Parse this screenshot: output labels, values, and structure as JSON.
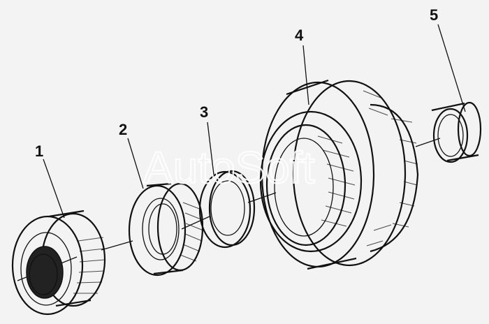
{
  "labels": {
    "p1": "1",
    "p2": "2",
    "p3": "3",
    "p4": "4",
    "p5": "5"
  },
  "watermark": "AutoSoft",
  "colors": {
    "background": "#f3f3f3",
    "ink": "#111111",
    "part_fill": "#fafafa",
    "watermark_stroke": "#ffffff"
  }
}
